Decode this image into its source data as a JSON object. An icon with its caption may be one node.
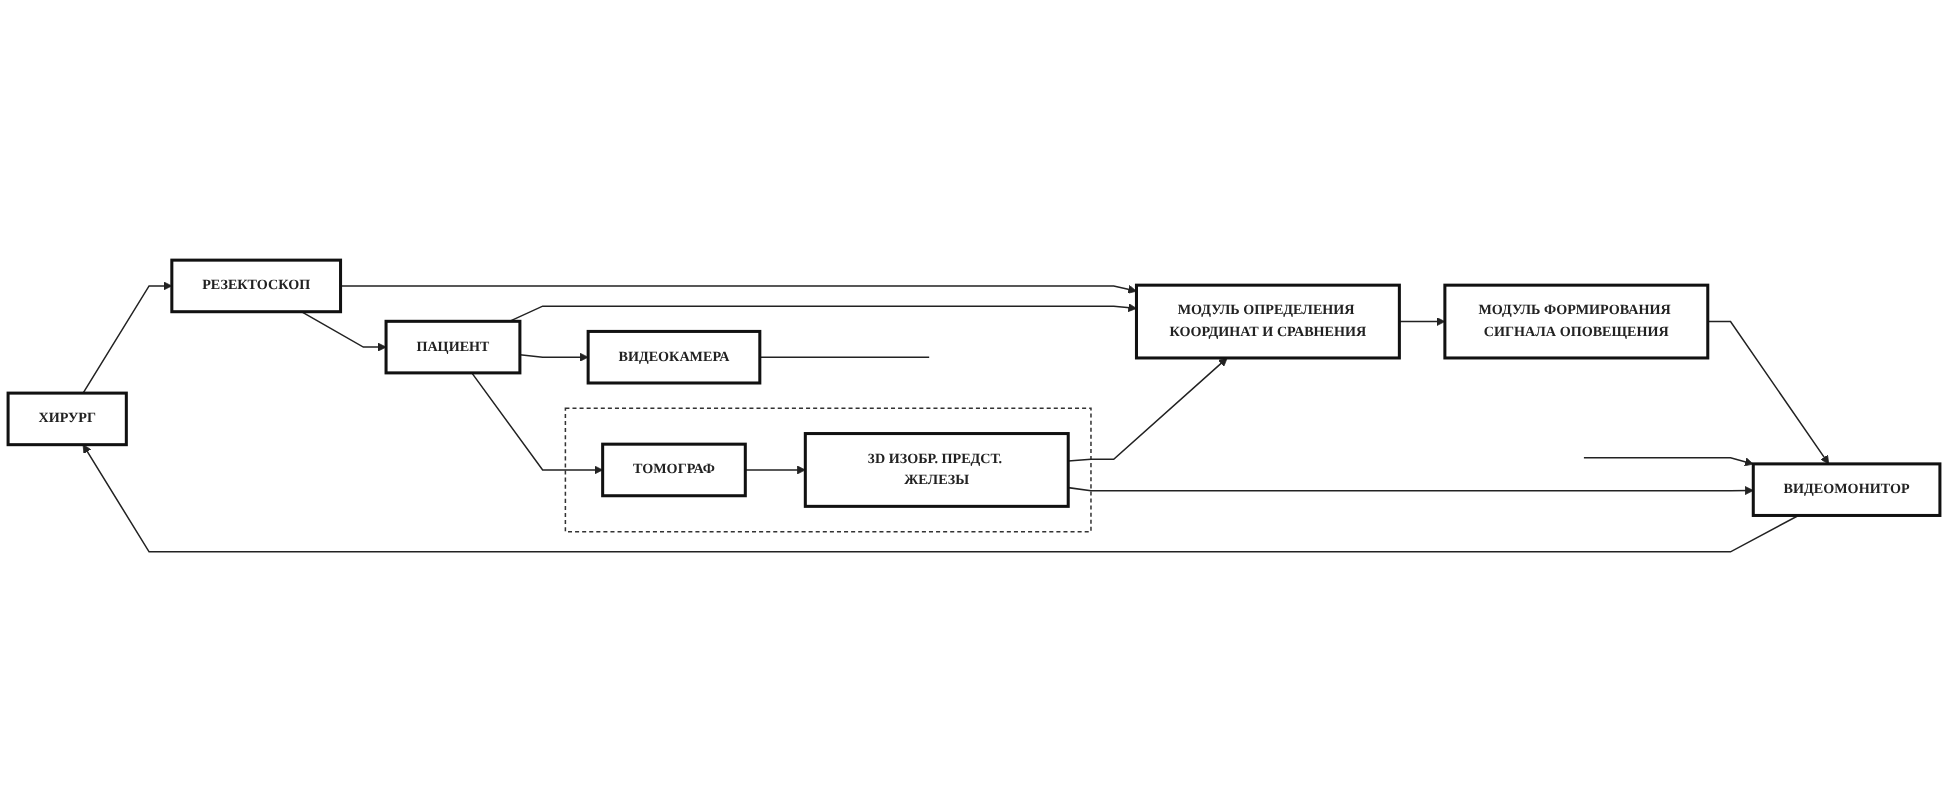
{
  "diagram": {
    "nodes": [
      {
        "text": [
          "ХИРУРГ"
        ]
      },
      {
        "text": [
          "РЕЗЕКТОСКОП"
        ]
      },
      {
        "text": [
          "МОДУЛЬ ОПРЕДЕЛЕНИЯ КООРДИНАТ И СРАВНЕНИЯ"
        ]
      },
      {
        "text": [
          "ПАЦИЕНТ"
        ]
      },
      {
        "text": [
          "МОДУЛЬ ФОРМИРОВАНИЯ СИГНАЛА ОПОВЕЩЕНИЯ"
        ]
      },
      {
        "text": [],
        "shape": "box"
      },
      {
        "text": [
          "ВИДЕОКАМЕРА"
        ]
      },
      {
        "text": [
          "ТОМОГРАФ"
        ],
        "in": 5
      },
      {
        "text": [
          "3D ИЗОБР. ПРЕДСТ. ЖЕЛЕЗЫ"
        ],
        "in": 5
      },
      {
        "text": [
          "ВИДЕОМОНИТОР"
        ]
      }
    ],
    "edges": [
      {
        "from": 0,
        "to": 1,
        "arrow": "to"
      },
      {
        "from": 1,
        "to": 2,
        "arrow": "to"
      },
      {
        "from": 1,
        "to": 3,
        "arrow": "to"
      },
      {
        "from": 3,
        "to": 2,
        "arrow": "to"
      },
      {
        "from": 2,
        "to": 4,
        "arrow": "to"
      },
      {
        "from": 3,
        "to": 6,
        "arrow": "to"
      },
      {
        "from": 3,
        "to": 7,
        "arrow": "to"
      },
      {
        "from": 7,
        "to": 8,
        "arrow": "to"
      },
      {
        "from": 8,
        "to": 2,
        "arrow": "to"
      },
      {
        "from": 8,
        "to": 9,
        "arrow": "to"
      },
      {
        "from": 4,
        "to": 9,
        "arrow": "to"
      },
      {
        "from": 9,
        "to": 0,
        "arrow": "to"
      },
      {
        "from": 6,
        "to": null,
        "arrow": "none"
      },
      {
        "from": null,
        "to": 9,
        "arrow": "to"
      }
    ]
  }
}
